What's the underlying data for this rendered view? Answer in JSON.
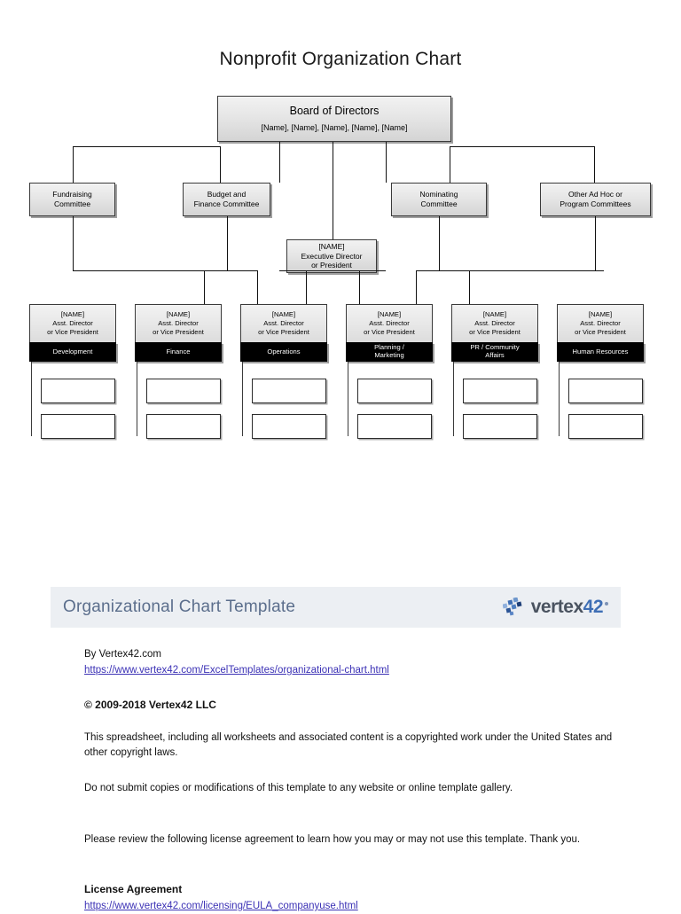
{
  "title": "Nonprofit Organization Chart",
  "board": {
    "name": "Board of Directors",
    "members": "[Name], [Name], [Name], [Name], [Name]"
  },
  "committees": [
    {
      "line1": "Fundraising",
      "line2": "Committee"
    },
    {
      "line1": "Budget and",
      "line2": "Finance Committee"
    },
    {
      "line1": "Nominating",
      "line2": "Committee"
    },
    {
      "line1": "Other Ad Hoc or",
      "line2": "Program Committees"
    }
  ],
  "executive": {
    "name": "[NAME]",
    "line1": "Executive Director",
    "line2": "or President"
  },
  "directors": [
    {
      "name": "[NAME]",
      "title1": "Asst. Director",
      "title2": "or Vice President",
      "dept1": "Development",
      "dept2": ""
    },
    {
      "name": "[NAME]",
      "title1": "Asst. Director",
      "title2": "or Vice President",
      "dept1": "Finance",
      "dept2": ""
    },
    {
      "name": "[NAME]",
      "title1": "Asst. Director",
      "title2": "or Vice President",
      "dept1": "Operations",
      "dept2": ""
    },
    {
      "name": "[NAME]",
      "title1": "Asst. Director",
      "title2": "or Vice President",
      "dept1": "Planning /",
      "dept2": "Marketing"
    },
    {
      "name": "[NAME]",
      "title1": "Asst. Director",
      "title2": "or Vice President",
      "dept1": "PR / Community",
      "dept2": "Affairs"
    },
    {
      "name": "[NAME]",
      "title1": "Asst. Director",
      "title2": "or Vice President",
      "dept1": "Human Resources",
      "dept2": ""
    }
  ],
  "subboxes": {
    "count_per_director": 2,
    "label": ""
  },
  "footer": {
    "header_title": "Organizational Chart Template",
    "logo_word": "vertex",
    "logo_num": "42",
    "by": "By Vertex42.com",
    "url": "https://www.vertex42.com/ExcelTemplates/organizational-chart.html",
    "copyright": "© 2009-2018 Vertex42 LLC",
    "para1": "This spreadsheet, including all worksheets and associated content is a copyrighted work under the United States and other copyright laws.",
    "para2": "Do not submit copies or modifications of this template to any website or online template gallery.",
    "para3": "Please review the following license agreement to learn how you may or may not use this template. Thank you.",
    "license_heading": "License Agreement",
    "license_url": "https://www.vertex42.com/licensing/EULA_companyuse.html"
  },
  "colors": {
    "box_border": "#3a3a3a",
    "bar_fill": "#000000",
    "bar_text": "#ffffff",
    "footer_band": "#eceff3",
    "footer_title": "#5b6e8c",
    "link": "#3b31b5",
    "logo_blue": "#3f6fb5"
  }
}
